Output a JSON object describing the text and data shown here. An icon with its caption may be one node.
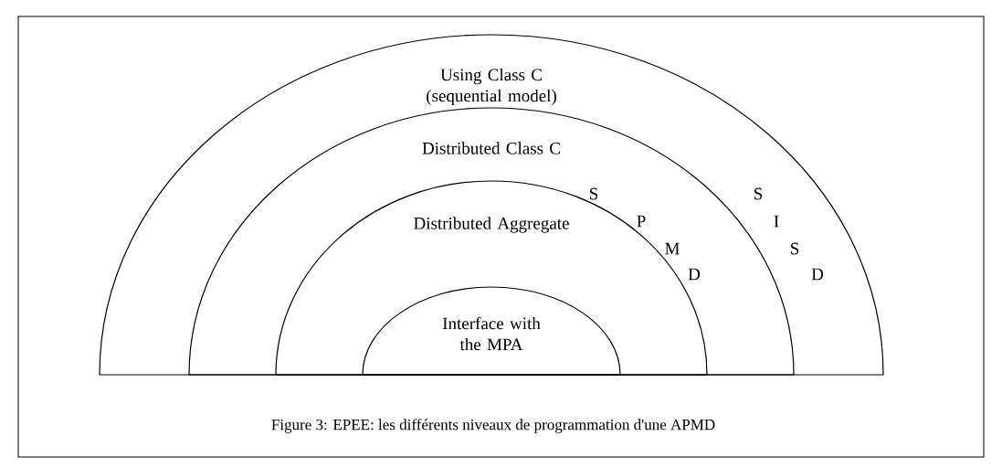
{
  "diagram": {
    "caption": "Figure 3: EPEE: les différents niveaux de programmation d'une APMD",
    "nodes": [
      {
        "text": [
          "Using Class C (sequential model)"
        ]
      },
      {
        "text": [
          "Distributed Class C"
        ],
        "in": 0
      },
      {
        "text": [
          "Distributed Aggregate"
        ],
        "in": 1
      },
      {
        "text": [
          "Interface with the MPA"
        ],
        "in": 2
      }
    ],
    "labels": [
      "S",
      "P",
      "M",
      "D",
      "S",
      "I",
      "S",
      "D"
    ]
  }
}
